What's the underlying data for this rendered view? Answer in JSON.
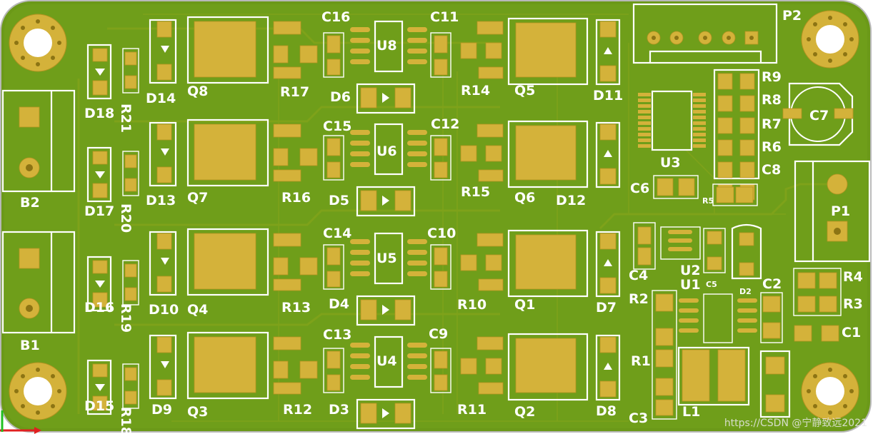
{
  "colors": {
    "board": "#6b9918",
    "board_edge": "#5f8a14",
    "pad": "#d4b23a",
    "silk": "#ffffff",
    "trace": "#7ea21a"
  },
  "labels": [
    {
      "id": "P2",
      "text": "P2"
    },
    {
      "id": "P1",
      "text": "P1"
    },
    {
      "id": "B2",
      "text": "B2"
    },
    {
      "id": "B1",
      "text": "B1"
    },
    {
      "id": "C16",
      "text": "C16"
    },
    {
      "id": "C11",
      "text": "C11"
    },
    {
      "id": "C15",
      "text": "C15"
    },
    {
      "id": "C12",
      "text": "C12"
    },
    {
      "id": "C14",
      "text": "C14"
    },
    {
      "id": "C10",
      "text": "C10"
    },
    {
      "id": "C13",
      "text": "C13"
    },
    {
      "id": "C9",
      "text": "C9"
    },
    {
      "id": "U8",
      "text": "U8"
    },
    {
      "id": "U6",
      "text": "U6"
    },
    {
      "id": "U5",
      "text": "U5"
    },
    {
      "id": "U4",
      "text": "U4"
    },
    {
      "id": "U3",
      "text": "U3"
    },
    {
      "id": "U2",
      "text": "U2"
    },
    {
      "id": "U1",
      "text": "U1"
    },
    {
      "id": "D14",
      "text": "D14"
    },
    {
      "id": "D13",
      "text": "D13"
    },
    {
      "id": "D10",
      "text": "D10"
    },
    {
      "id": "D9",
      "text": "D9"
    },
    {
      "id": "D18",
      "text": "D18"
    },
    {
      "id": "D17",
      "text": "D17"
    },
    {
      "id": "D16",
      "text": "D16"
    },
    {
      "id": "D15",
      "text": "D15"
    },
    {
      "id": "D6",
      "text": "D6"
    },
    {
      "id": "D5",
      "text": "D5"
    },
    {
      "id": "D4",
      "text": "D4"
    },
    {
      "id": "D3",
      "text": "D3"
    },
    {
      "id": "D11",
      "text": "D11"
    },
    {
      "id": "D12",
      "text": "D12"
    },
    {
      "id": "D7",
      "text": "D7"
    },
    {
      "id": "D8",
      "text": "D8"
    },
    {
      "id": "D2",
      "text": "D2"
    },
    {
      "id": "Q8",
      "text": "Q8"
    },
    {
      "id": "Q7",
      "text": "Q7"
    },
    {
      "id": "Q4",
      "text": "Q4"
    },
    {
      "id": "Q3",
      "text": "Q3"
    },
    {
      "id": "Q5",
      "text": "Q5"
    },
    {
      "id": "Q6",
      "text": "Q6"
    },
    {
      "id": "Q1",
      "text": "Q1"
    },
    {
      "id": "Q2",
      "text": "Q2"
    },
    {
      "id": "R21",
      "text": "R21"
    },
    {
      "id": "R20",
      "text": "R20"
    },
    {
      "id": "R19",
      "text": "R19"
    },
    {
      "id": "R18",
      "text": "R18"
    },
    {
      "id": "R17",
      "text": "R17"
    },
    {
      "id": "R16",
      "text": "R16"
    },
    {
      "id": "R13",
      "text": "R13"
    },
    {
      "id": "R12",
      "text": "R12"
    },
    {
      "id": "R14",
      "text": "R14"
    },
    {
      "id": "R15",
      "text": "R15"
    },
    {
      "id": "R10",
      "text": "R10"
    },
    {
      "id": "R11",
      "text": "R11"
    },
    {
      "id": "R9",
      "text": "R9"
    },
    {
      "id": "R8",
      "text": "R8"
    },
    {
      "id": "R7",
      "text": "R7"
    },
    {
      "id": "R6",
      "text": "R6"
    },
    {
      "id": "R5",
      "text": "R5"
    },
    {
      "id": "R4",
      "text": "R4"
    },
    {
      "id": "R3",
      "text": "R3"
    },
    {
      "id": "R2",
      "text": "R2"
    },
    {
      "id": "R1",
      "text": "R1"
    },
    {
      "id": "C8",
      "text": "C8"
    },
    {
      "id": "C7",
      "text": "C7"
    },
    {
      "id": "C6",
      "text": "C6"
    },
    {
      "id": "C5",
      "text": "C5"
    },
    {
      "id": "C4",
      "text": "C4"
    },
    {
      "id": "C3",
      "text": "C3"
    },
    {
      "id": "C2",
      "text": "C2"
    },
    {
      "id": "C1",
      "text": "C1"
    },
    {
      "id": "L1",
      "text": "L1"
    }
  ],
  "watermark": "https://CSDN @宁静致远2021"
}
